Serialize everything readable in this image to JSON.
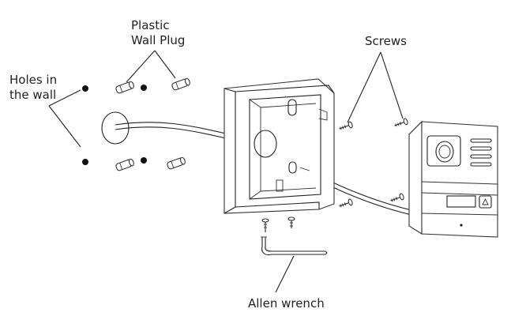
{
  "labels": {
    "holes": [
      "Holes in",
      "the wall"
    ],
    "plugs": [
      "Plastic",
      "Wall Plug"
    ],
    "screws": "Screws",
    "wrench": "Allen  wrench"
  },
  "colors": {
    "line": "#222222",
    "background": "#ffffff"
  }
}
